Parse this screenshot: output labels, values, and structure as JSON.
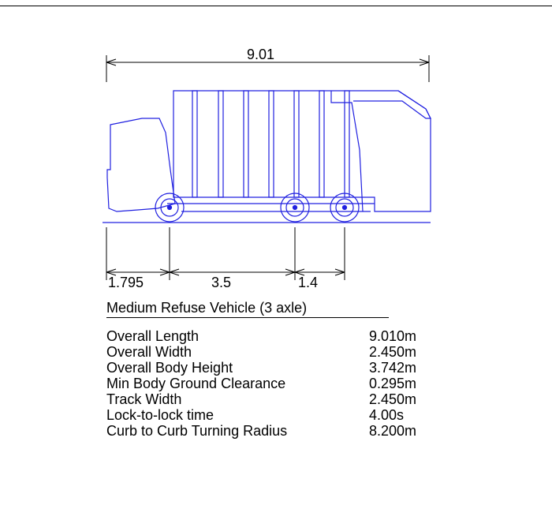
{
  "drawing": {
    "overall_dimension": "9.01",
    "segment_dimensions": [
      "1.795",
      "3.5",
      "1.4"
    ]
  },
  "spec": {
    "title": "Medium Refuse Vehicle (3 axle)",
    "rows": [
      {
        "label": "Overall Length",
        "value": "9.010m"
      },
      {
        "label": "Overall Width",
        "value": "2.450m"
      },
      {
        "label": "Overall Body Height",
        "value": "3.742m"
      },
      {
        "label": "Min Body Ground Clearance",
        "value": "0.295m"
      },
      {
        "label": "Track Width",
        "value": "2.450m"
      },
      {
        "label": "Lock-to-lock time",
        "value": "4.00s"
      },
      {
        "label": "Curb to Curb Turning Radius",
        "value": "8.200m"
      }
    ]
  },
  "colors": {
    "vehicle": "#2020e0",
    "dimension": "#000000"
  }
}
